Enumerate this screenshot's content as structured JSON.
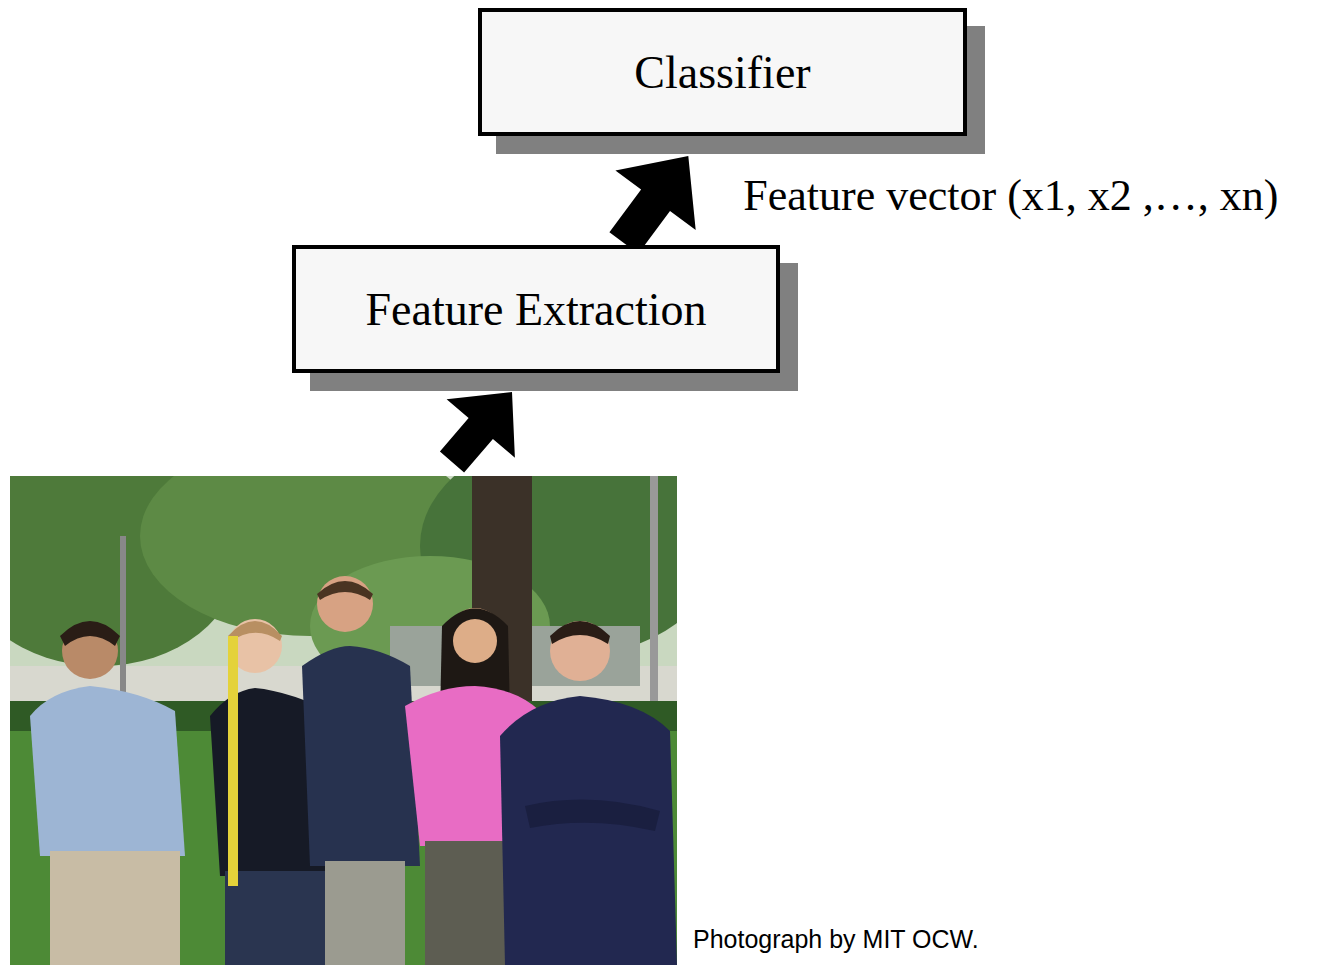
{
  "diagram": {
    "nodes": [
      {
        "text": [
          "Classifier"
        ]
      },
      {
        "text": [
          "Feature Extraction"
        ]
      }
    ],
    "edges": [
      {
        "from": 1,
        "to": 0,
        "arrow": "to",
        "label": "Feature vector (x1, x2 ,…, xn)"
      }
    ],
    "labels": [
      "Photograph by MIT OCW."
    ]
  }
}
